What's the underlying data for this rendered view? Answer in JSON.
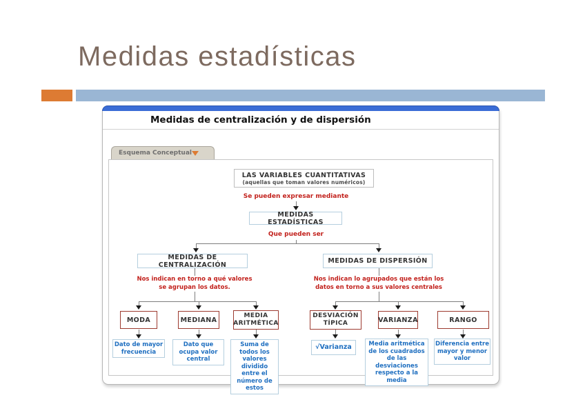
{
  "slide": {
    "title": "Medidas estadísticas"
  },
  "colors": {
    "title_text": "#7d6a5f",
    "accent_orange": "#dd7b33",
    "accent_bar_blue": "#9ab6d4",
    "panel_top_blue": "#3a6cd6",
    "red_text": "#c2211c",
    "blue_text": "#1f6fc0",
    "maroon_border": "#9c392e",
    "light_blue_border": "#b4cede"
  },
  "panel": {
    "title": "Medidas de centralización y de dispersión",
    "tab_label": "Esquema Conceptual",
    "tab_icon": "orange-down-triangle"
  },
  "diagram": {
    "root": {
      "title": "LAS VARIABLES CUANTITATIVAS",
      "subtitle": "(aquellas que toman valores numéricos)"
    },
    "edge1_label": "Se pueden expresar mediante",
    "level2_label": "MEDIDAS ESTADÍSTICAS",
    "edge2_label": "Que pueden ser",
    "branches": [
      {
        "title": "MEDIDAS DE CENTRALIZACIÓN",
        "note_line1": "Nos indican en torno a qué valores",
        "note_line2": "se agrupan los datos.",
        "children": [
          {
            "label": "MODA",
            "definition": "Dato de mayor frecuencia"
          },
          {
            "label": "MEDIANA",
            "definition": "Dato que ocupa valor central"
          },
          {
            "label": "MEDIA ARITMÉTICA",
            "definition": "Suma de todos los valores dividido entre el número de estos"
          }
        ]
      },
      {
        "title": "MEDIDAS DE DISPERSIÓN",
        "note_line1": "Nos indican lo agrupados que están los",
        "note_line2": "datos en torno a sus valores centrales",
        "children": [
          {
            "label": "DESVIACIÓN TÍPICA",
            "definition": "√Varianza"
          },
          {
            "label": "VARIANZA",
            "definition": "Media aritmética de los cuadrados de las desviaciones respecto a la media"
          },
          {
            "label": "RANGO",
            "definition": "Diferencia entre mayor y menor valor"
          }
        ]
      }
    ]
  }
}
